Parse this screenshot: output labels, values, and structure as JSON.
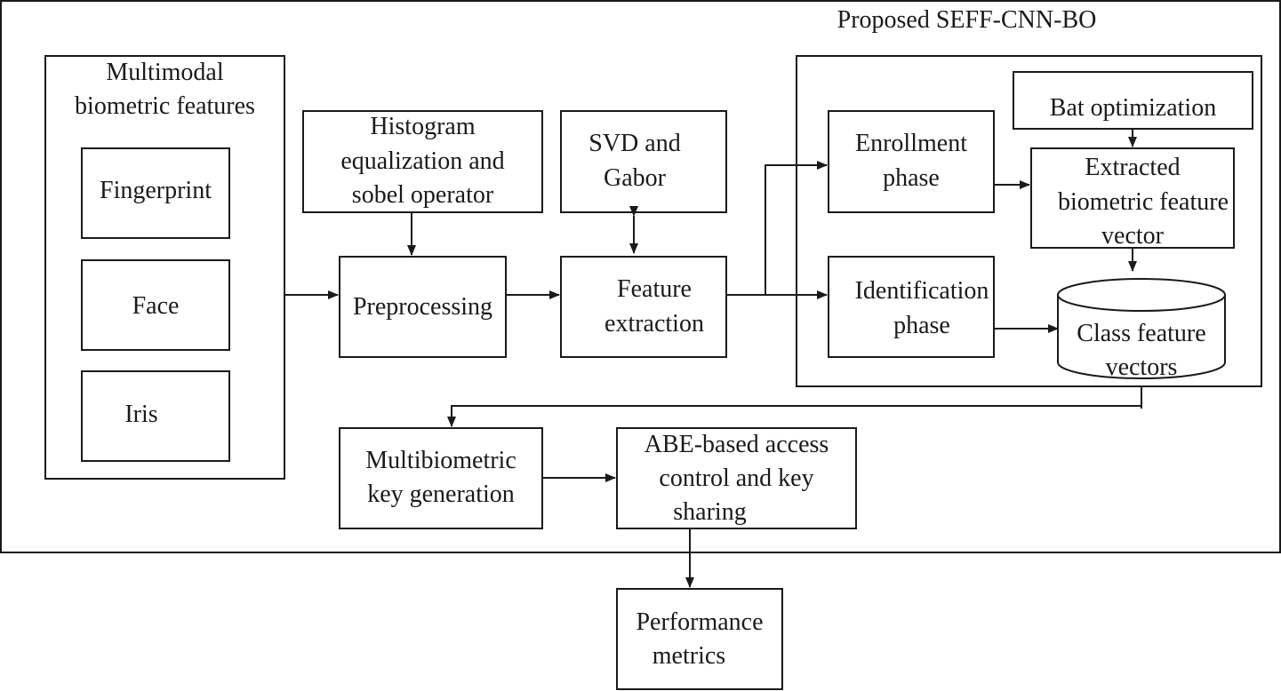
{
  "title": "Proposed SEFF-CNN-BO",
  "modal_group": {
    "heading_line1": "Multimodal",
    "heading_line2": "biometric features",
    "items": [
      "Fingerprint",
      "Face",
      "Iris"
    ]
  },
  "histogram": {
    "line1": "Histogram",
    "line2": "equalization and",
    "line3": "sobel operator"
  },
  "preprocessing": "Preprocessing",
  "svd": {
    "line1": "SVD and",
    "line2": "Gabor"
  },
  "feature_extraction": {
    "line1": "Feature",
    "line2": "extraction"
  },
  "enrollment": {
    "line1": "Enrollment",
    "line2": "phase"
  },
  "identification": {
    "line1": "Identification",
    "line2": "phase"
  },
  "bat": "Bat optimization",
  "extracted": {
    "line1": "Extracted",
    "line2": "biometric feature",
    "line3": "vector"
  },
  "class_vectors": {
    "line1": "Class feature",
    "line2": "vectors"
  },
  "keygen": {
    "line1": "Multibiometric",
    "line2": "key generation"
  },
  "abe": {
    "line1": "ABE-based access",
    "line2": "control and key",
    "line3": "sharing"
  },
  "metrics": {
    "line1": "Performance",
    "line2": "metrics"
  }
}
